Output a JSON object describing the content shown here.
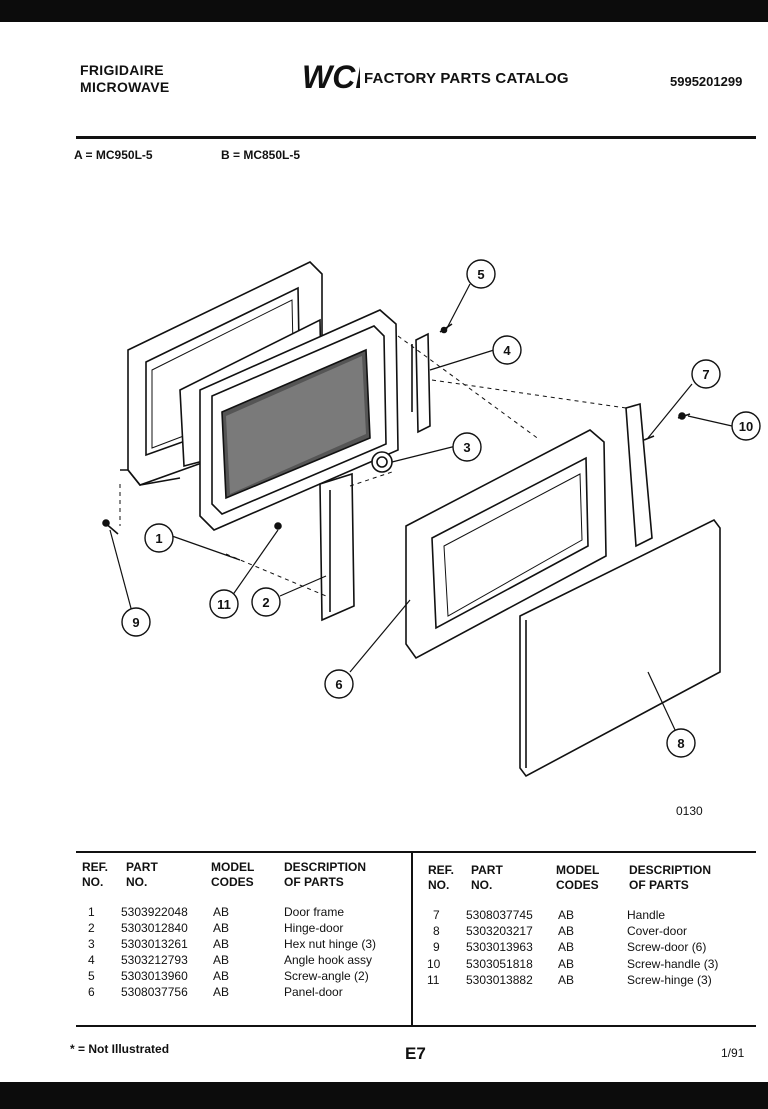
{
  "header": {
    "brand_line1": "FRIGIDAIRE",
    "brand_line2": "MICROWAVE",
    "logo_text": "WCI",
    "catalog_title": "FACTORY PARTS CATALOG",
    "catalog_number": "5995201299"
  },
  "models": {
    "a": "A = MC950L-5",
    "b": "B = MC850L-5"
  },
  "diagram": {
    "code": "0130",
    "callouts": [
      "1",
      "2",
      "3",
      "4",
      "5",
      "6",
      "7",
      "8",
      "9",
      "10",
      "11"
    ]
  },
  "table": {
    "headers": {
      "ref": [
        "REF.",
        "NO."
      ],
      "part": [
        "PART",
        "NO."
      ],
      "model": [
        "MODEL",
        "CODES"
      ],
      "desc": [
        "DESCRIPTION",
        "OF PARTS"
      ]
    },
    "left_rows": [
      {
        "ref": "1",
        "part": "5303922048",
        "codes": "AB",
        "desc": "Door frame"
      },
      {
        "ref": "2",
        "part": "5303012840",
        "codes": "AB",
        "desc": "Hinge-door"
      },
      {
        "ref": "3",
        "part": "5303013261",
        "codes": "AB",
        "desc": "Hex nut hinge (3)"
      },
      {
        "ref": "4",
        "part": "5303212793",
        "codes": "AB",
        "desc": "Angle hook assy"
      },
      {
        "ref": "5",
        "part": "5303013960",
        "codes": "AB",
        "desc": "Screw-angle (2)"
      },
      {
        "ref": "6",
        "part": "5308037756",
        "codes": "AB",
        "desc": "Panel-door"
      }
    ],
    "right_rows": [
      {
        "ref": "7",
        "part": "5308037745",
        "codes": "AB",
        "desc": "Handle"
      },
      {
        "ref": "8",
        "part": "5303203217",
        "codes": "AB",
        "desc": "Cover-door"
      },
      {
        "ref": "9",
        "part": "5303013963",
        "codes": "AB",
        "desc": "Screw-door (6)"
      },
      {
        "ref": "10",
        "part": "5303051818",
        "codes": "AB",
        "desc": "Screw-handle (3)"
      },
      {
        "ref": "11",
        "part": "5303013882",
        "codes": "AB",
        "desc": "Screw-hinge (3)"
      }
    ]
  },
  "footer": {
    "footnote": "* = Not Illustrated",
    "page_code": "E7",
    "date": "1/91"
  }
}
